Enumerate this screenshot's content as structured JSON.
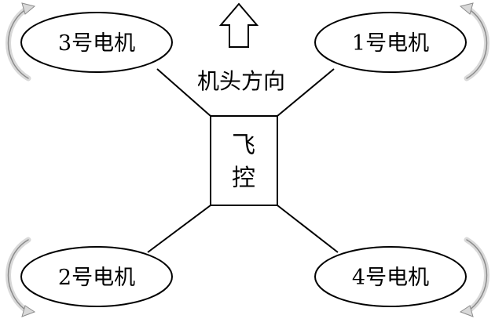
{
  "direction_label": "机头方向",
  "controller": {
    "line1": "飞",
    "line2": "控"
  },
  "motors": {
    "m1": "1号电机",
    "m2": "2号电机",
    "m3": "3号电机",
    "m4": "4号电机"
  },
  "colors": {
    "line": "#000000",
    "rotation_arrow_fill": "#d9d9d9",
    "rotation_arrow_stroke": "#8c8c8c"
  }
}
